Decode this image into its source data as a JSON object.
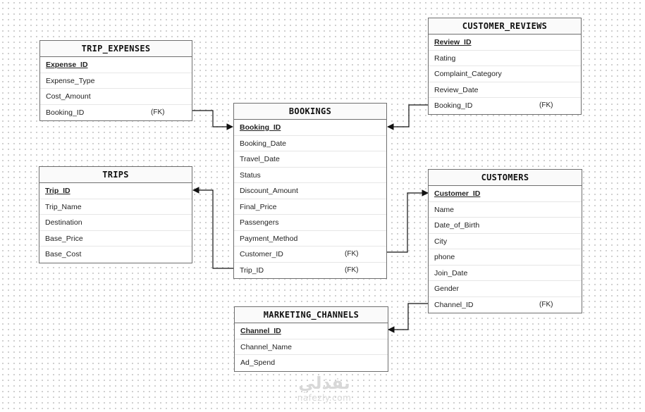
{
  "entities": {
    "trip_expenses": {
      "title": "TRIP_EXPENSES",
      "attrs": [
        {
          "name": "Expense_ID",
          "pk": true
        },
        {
          "name": "Expense_Type"
        },
        {
          "name": "Cost_Amount"
        },
        {
          "name": "Booking_ID",
          "fk": "(FK)"
        }
      ]
    },
    "customer_reviews": {
      "title": "CUSTOMER_REVIEWS",
      "attrs": [
        {
          "name": "Review_ID",
          "pk": true
        },
        {
          "name": "Rating"
        },
        {
          "name": "Complaint_Category"
        },
        {
          "name": "Review_Date"
        },
        {
          "name": "Booking_ID",
          "fk": "(FK)"
        }
      ]
    },
    "bookings": {
      "title": "BOOKINGS",
      "attrs": [
        {
          "name": "Booking_ID",
          "pk": true
        },
        {
          "name": "Booking_Date"
        },
        {
          "name": "Travel_Date"
        },
        {
          "name": "Status"
        },
        {
          "name": "Discount_Amount"
        },
        {
          "name": "Final_Price"
        },
        {
          "name": "Passengers"
        },
        {
          "name": "Payment_Method"
        },
        {
          "name": "Customer_ID",
          "fk": "(FK)"
        },
        {
          "name": "Trip_ID",
          "fk": "(FK)"
        }
      ]
    },
    "trips": {
      "title": "TRIPS",
      "attrs": [
        {
          "name": "Trip_ID",
          "pk": true
        },
        {
          "name": "Trip_Name"
        },
        {
          "name": "Destination"
        },
        {
          "name": "Base_Price"
        },
        {
          "name": "Base_Cost"
        }
      ]
    },
    "customers": {
      "title": "CUSTOMERS",
      "attrs": [
        {
          "name": "Customer_ID",
          "pk": true
        },
        {
          "name": "Name"
        },
        {
          "name": "Date_of_Birth"
        },
        {
          "name": "City"
        },
        {
          "name": "phone"
        },
        {
          "name": "Join_Date"
        },
        {
          "name": "Gender"
        },
        {
          "name": "Channel_ID",
          "fk": "(FK)"
        }
      ]
    },
    "marketing_channels": {
      "title": "MARKETING_CHANNELS",
      "attrs": [
        {
          "name": "Channel_ID",
          "pk": true
        },
        {
          "name": "Channel_Name"
        },
        {
          "name": "Ad_Spend"
        }
      ]
    }
  },
  "relationships": [
    {
      "from": "trip_expenses.Booking_ID",
      "to": "bookings.Booking_ID"
    },
    {
      "from": "customer_reviews.Booking_ID",
      "to": "bookings.Booking_ID"
    },
    {
      "from": "bookings.Trip_ID",
      "to": "trips.Trip_ID"
    },
    {
      "from": "bookings.Customer_ID",
      "to": "customers.Customer_ID"
    },
    {
      "from": "customers.Channel_ID",
      "to": "marketing_channels.Channel_ID"
    }
  ],
  "watermark": {
    "arabic": "نفذلي",
    "latin": "nafezly.com"
  },
  "colors": {
    "border": "#6f6f6f",
    "line": "#111111",
    "grid_dot": "#c9c9c9"
  }
}
